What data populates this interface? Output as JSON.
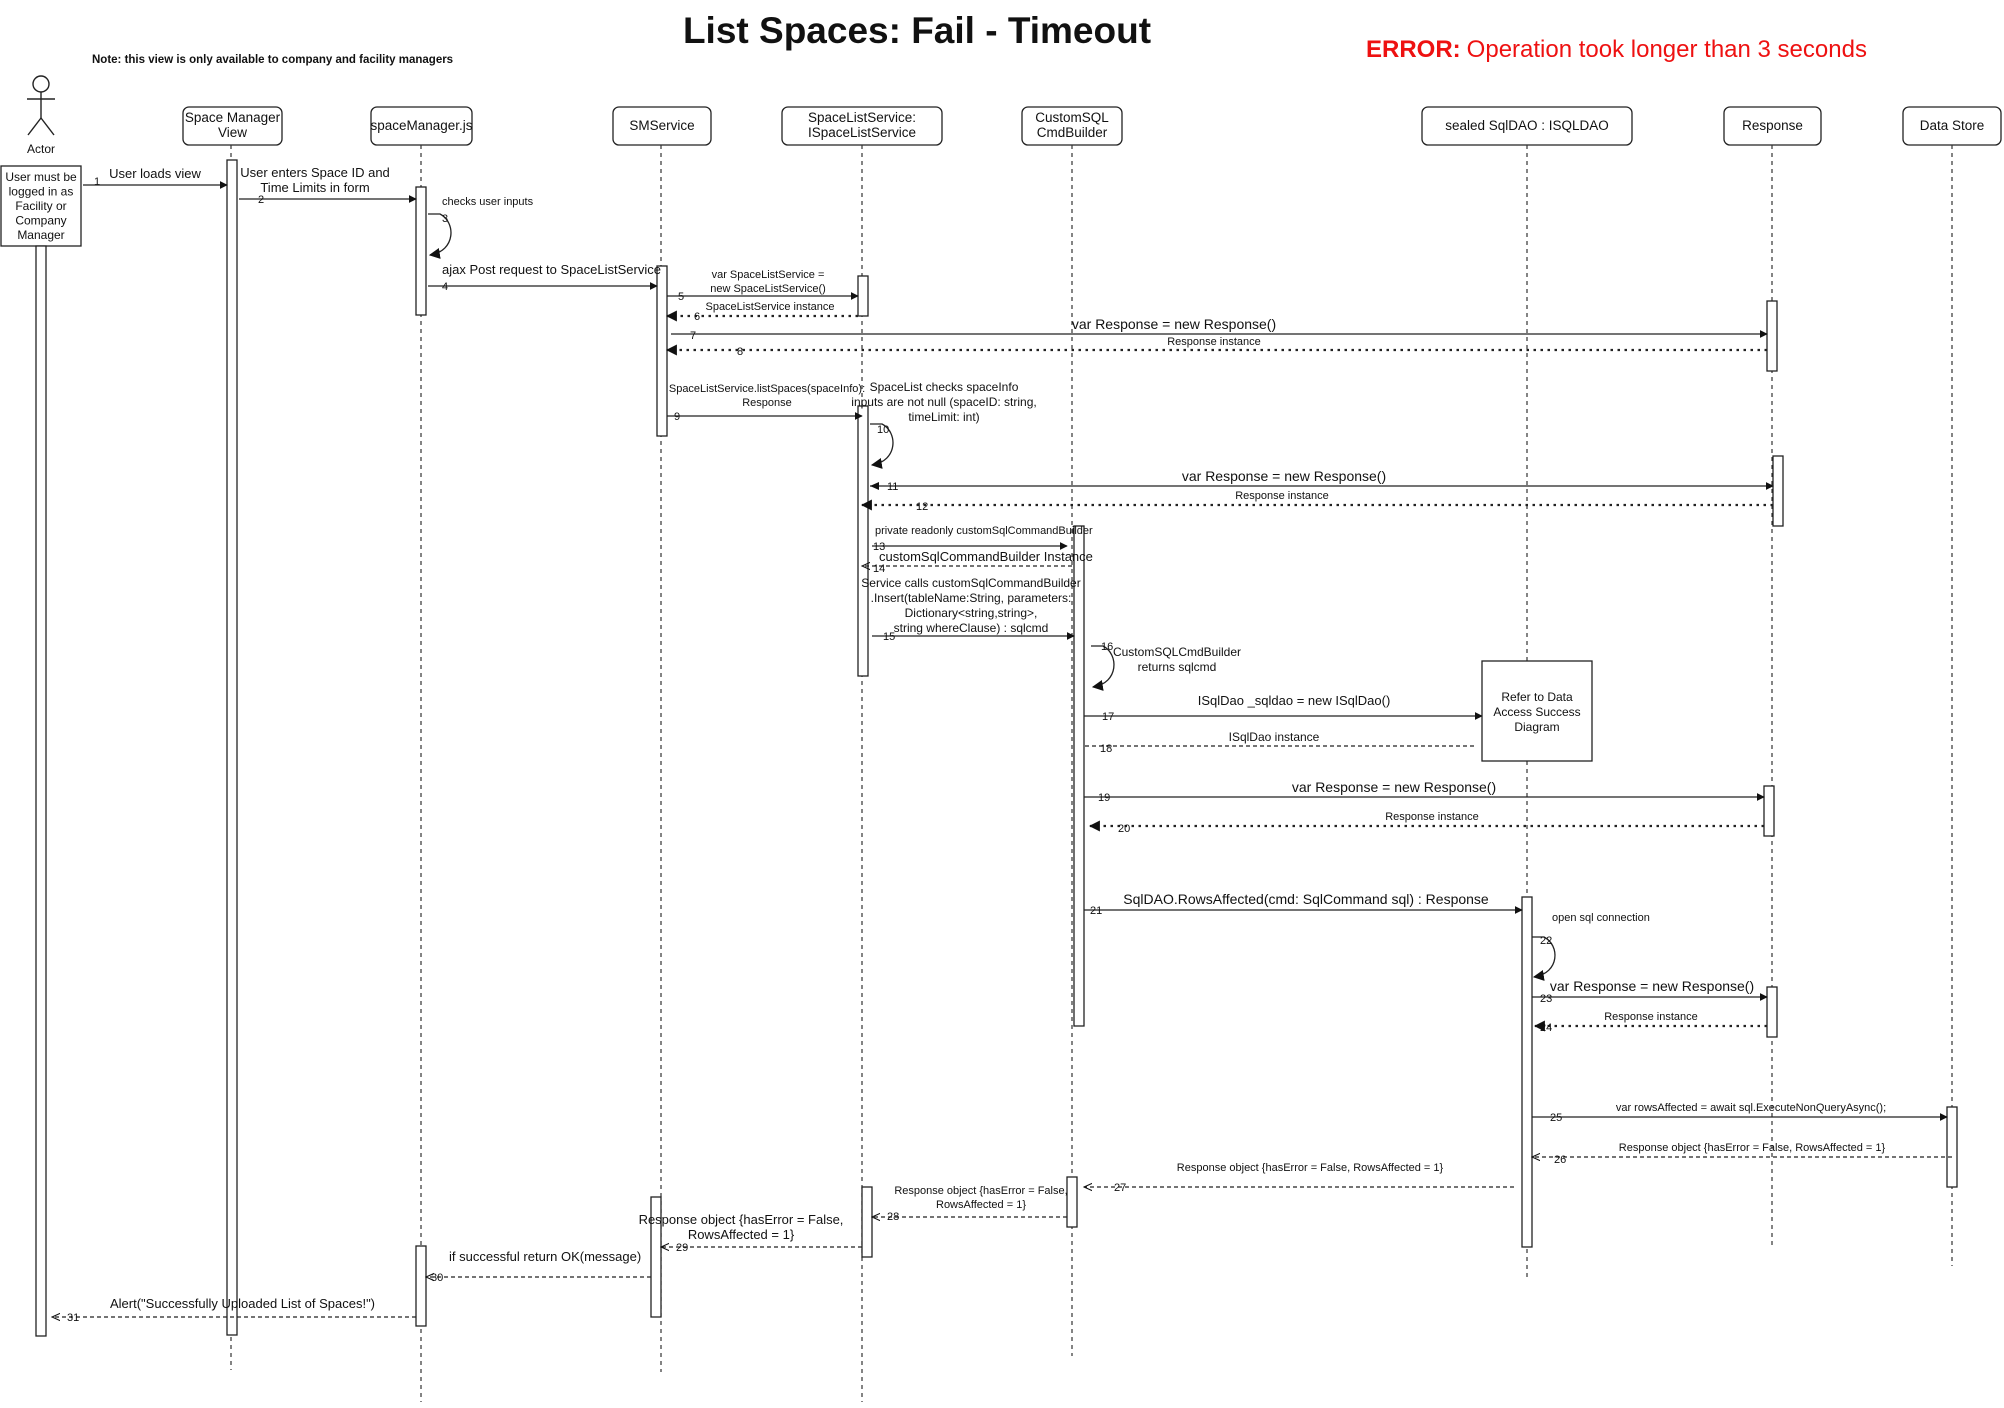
{
  "title": "List Spaces: Fail - Timeout",
  "error": {
    "prefix": "ERROR:",
    "text": "Operation took longer than 3 seconds"
  },
  "note": "Note: this view is only available to company and facility managers",
  "actor": {
    "label": "Actor",
    "precondition": [
      "User must be",
      "logged in as",
      "Facility or",
      "Company",
      "Manager"
    ]
  },
  "participants": [
    {
      "id": "actor",
      "lines": []
    },
    {
      "id": "smview",
      "lines": [
        "Space Manager",
        "View"
      ]
    },
    {
      "id": "smjs",
      "lines": [
        "spaceManager.js"
      ]
    },
    {
      "id": "smservice",
      "lines": [
        "SMService"
      ]
    },
    {
      "id": "sls",
      "lines": [
        "SpaceListService:",
        "ISpaceListService"
      ]
    },
    {
      "id": "csql",
      "lines": [
        "CustomSQL",
        "CmdBuilder"
      ]
    },
    {
      "id": "dao",
      "lines": [
        "sealed SqlDAO : ISQLDAO"
      ]
    },
    {
      "id": "resp",
      "lines": [
        "Response"
      ]
    },
    {
      "id": "store",
      "lines": [
        "Data Store"
      ]
    }
  ],
  "reference_box": [
    "Refer to Data",
    "Access Success",
    "Diagram"
  ],
  "messages": [
    {
      "n": "1",
      "label": [
        "User loads view"
      ]
    },
    {
      "n": "2",
      "label": [
        "User enters Space ID and",
        "Time Limits in form"
      ]
    },
    {
      "n": "3",
      "label": [
        "checks user inputs"
      ]
    },
    {
      "n": "4",
      "label": [
        "ajax Post request to SpaceListService"
      ]
    },
    {
      "n": "5",
      "label": [
        "var SpaceListService =",
        "new SpaceListService()"
      ]
    },
    {
      "n": "6",
      "label": [
        "SpaceListService instance"
      ]
    },
    {
      "n": "7",
      "label": [
        "var Response = new Response()"
      ]
    },
    {
      "n": "8",
      "label": [
        "Response instance"
      ]
    },
    {
      "n": "9",
      "label": [
        "SpaceListService.listSpaces(spaceInfo):",
        "Response"
      ]
    },
    {
      "n": "10",
      "label": [
        "SpaceList checks spaceInfo",
        "inputs are not null (spaceID: string,",
        "timeLimit: int)"
      ]
    },
    {
      "n": "11",
      "label": [
        "var Response = new Response()"
      ]
    },
    {
      "n": "12",
      "label": [
        "Response instance"
      ]
    },
    {
      "n": "13",
      "label": [
        "private readonly customSqlCommandBuilder"
      ]
    },
    {
      "n": "14",
      "label": [
        "customSqlCommandBuilder Instance"
      ]
    },
    {
      "n": "15",
      "label": [
        "Service calls customSqlCommandBuilder",
        ".Insert(tableName:String, parameters:",
        "Dictionary<string,string>,",
        "string whereClause) : sqlcmd"
      ]
    },
    {
      "n": "16",
      "label": [
        "CustomSQLCmdBuilder",
        "returns sqlcmd"
      ]
    },
    {
      "n": "17",
      "label": [
        "ISqlDao  _sqldao = new ISqlDao()"
      ]
    },
    {
      "n": "18",
      "label": [
        "ISqlDao instance"
      ]
    },
    {
      "n": "19",
      "label": [
        "var Response = new Response()"
      ]
    },
    {
      "n": "20",
      "label": [
        "Response instance"
      ]
    },
    {
      "n": "21",
      "label": [
        "SqlDAO.RowsAffected(cmd: SqlCommand sql) : Response"
      ]
    },
    {
      "n": "22",
      "label": [
        "open sql connection"
      ]
    },
    {
      "n": "23",
      "label": [
        "var Response = new Response()"
      ]
    },
    {
      "n": "24",
      "label": [
        "Response instance"
      ]
    },
    {
      "n": "25",
      "label": [
        "var rowsAffected = await sql.ExecuteNonQueryAsync();"
      ]
    },
    {
      "n": "26",
      "label": [
        "Response object {hasError = False, RowsAffected = 1}"
      ]
    },
    {
      "n": "27",
      "label": [
        "Response object {hasError = False, RowsAffected = 1}"
      ]
    },
    {
      "n": "28",
      "label": [
        "Response object {hasError = False,",
        "RowsAffected = 1}"
      ]
    },
    {
      "n": "29",
      "label": [
        "Response object {hasError = False,",
        "RowsAffected = 1}"
      ]
    },
    {
      "n": "30",
      "label": [
        "if successful return OK(message)"
      ]
    },
    {
      "n": "31",
      "label": [
        "Alert(\"Successfully Uploaded List of Spaces!\")"
      ]
    }
  ]
}
